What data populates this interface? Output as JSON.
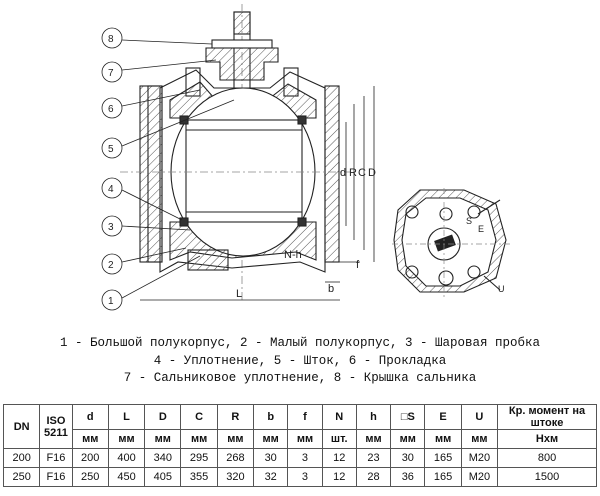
{
  "callouts": [
    "1",
    "2",
    "3",
    "4",
    "5",
    "6",
    "7",
    "8"
  ],
  "dims": {
    "d": "d",
    "R": "R",
    "C": "C",
    "D": "D",
    "L": "L",
    "b": "b",
    "f": "f",
    "Nh": "N-h",
    "S": "S",
    "E": "E",
    "U": "U"
  },
  "caption": {
    "line1": "1 - Большой полукорпус, 2 - Малый полукорпус, 3 - Шаровая пробка",
    "line2": "4 - Уплотнение, 5 - Шток, 6 - Прокладка",
    "line3": "7 - Сальниковое уплотнение, 8 - Крышка сальника"
  },
  "table": {
    "headers": [
      "DN",
      "ISO 5211",
      "d",
      "L",
      "D",
      "C",
      "R",
      "b",
      "f",
      "N",
      "h",
      "□S",
      "E",
      "U",
      "Кр. момент на штоке"
    ],
    "units": [
      "мм",
      "мм",
      "мм",
      "мм",
      "мм",
      "мм",
      "мм",
      "шт.",
      "мм",
      "мм",
      "мм",
      "мм",
      "Нхм"
    ],
    "rows": [
      [
        "200",
        "F16",
        "200",
        "400",
        "340",
        "295",
        "268",
        "30",
        "3",
        "12",
        "23",
        "30",
        "165",
        "M20",
        "800"
      ],
      [
        "250",
        "F16",
        "250",
        "450",
        "405",
        "355",
        "320",
        "32",
        "3",
        "12",
        "28",
        "36",
        "165",
        "M20",
        "1500"
      ]
    ]
  }
}
